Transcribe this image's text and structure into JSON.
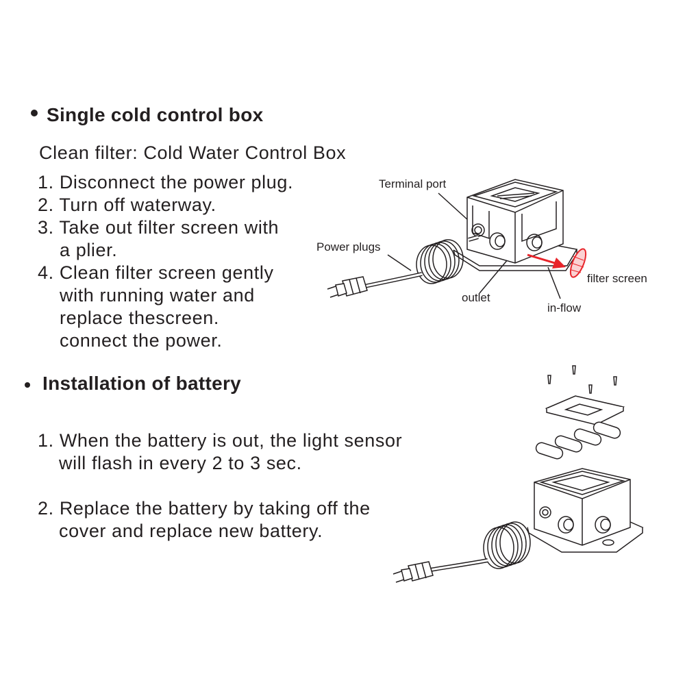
{
  "section1": {
    "heading": "Single cold control box",
    "subtitle": "Clean filter: Cold Water Control Box",
    "steps": [
      "1. Disconnect the power plug.",
      "2. Turn off waterway.",
      "3. Take out filter screen with",
      "a plier.",
      "4. Clean filter screen gently",
      "with running water and",
      "replace thescreen.",
      "connect the power."
    ],
    "diagram_labels": {
      "terminal_port": "Terminal port",
      "power_plugs": "Power plugs",
      "filter_screen": "filter screen",
      "outlet": "outlet",
      "in_flow": "in-flow"
    }
  },
  "section2": {
    "heading": "Installation of battery",
    "steps": [
      "1. When the battery is out, the light sensor",
      "will flash in every 2 to 3 sec.",
      "2. Replace the battery by taking off the",
      "cover and replace new battery."
    ]
  },
  "colors": {
    "text": "#231f20",
    "accent_red": "#e8242a"
  }
}
